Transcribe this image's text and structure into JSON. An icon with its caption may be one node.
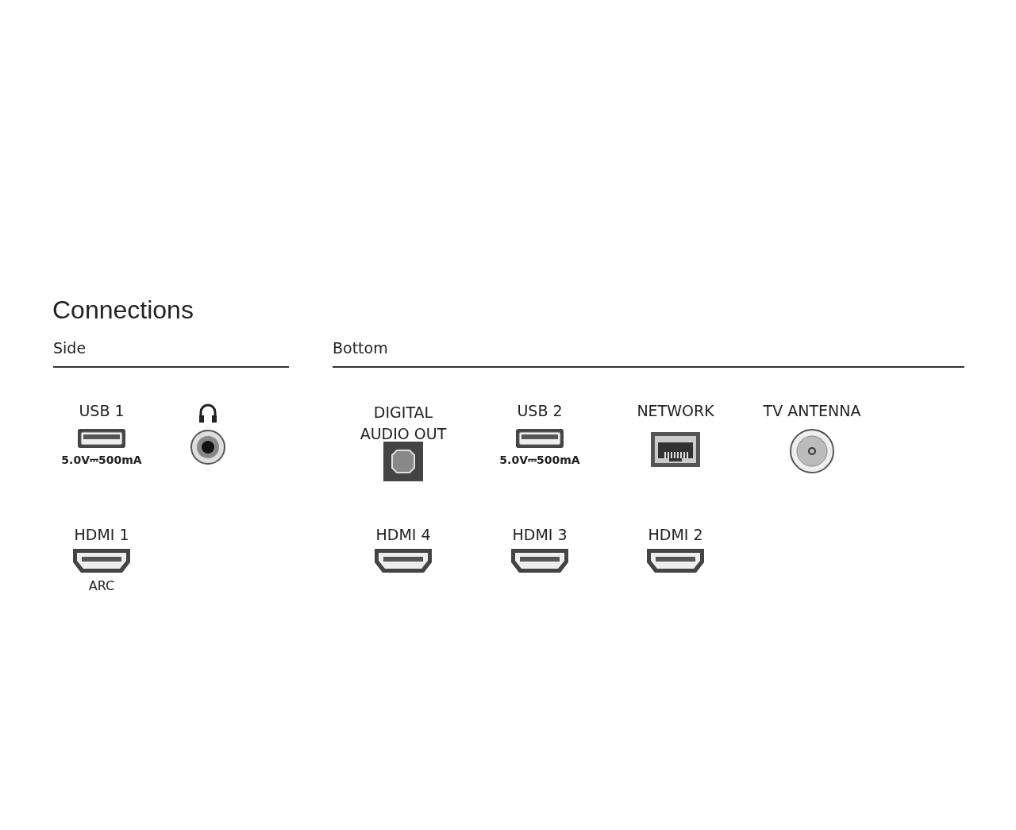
{
  "diagram": {
    "title": "Connections",
    "labels": [
      "Side",
      "Bottom",
      "USB 1",
      "DIGITAL AUDIO OUT",
      "USB 2",
      "NETWORK",
      "TV ANTENNA",
      "5.0V⎓500mA",
      "5.0V⎓500mA",
      "HDMI 1",
      "HDMI 4",
      "HDMI 3",
      "HDMI 2",
      "ARC"
    ]
  }
}
